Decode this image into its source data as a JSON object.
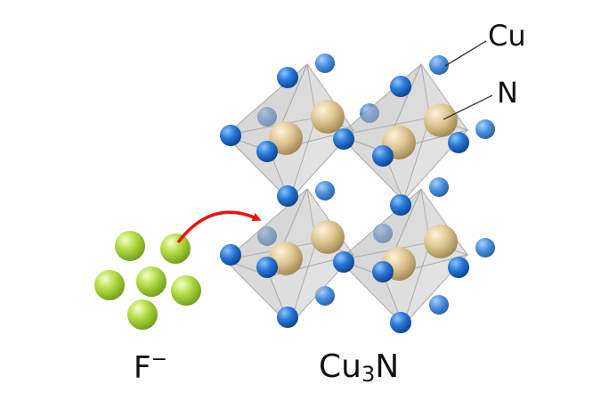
{
  "labels": {
    "copper": "Cu",
    "nitrogen": "N",
    "fluoride": "F",
    "fluoride_charge": "−",
    "compound_prefix": "Cu",
    "compound_subscript": "3",
    "compound_suffix": "N"
  },
  "colors": {
    "copper_atom": "#1f6fd0",
    "nitrogen_atom": "#d8c08c",
    "fluoride_atom": "#a8d43a",
    "octahedron_face": "#b9b9b9",
    "reaction_arrow": "#ee1111"
  },
  "icons": {
    "reaction_arrow": "curved-arrow-icon"
  }
}
